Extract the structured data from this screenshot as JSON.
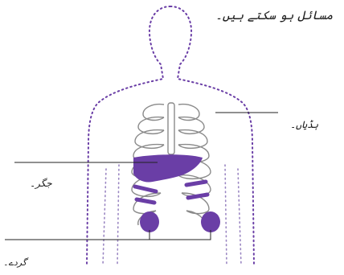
{
  "caption": "مسائل ہو سکتے ہیں۔",
  "labels": {
    "bones": "ہڈیاں۔",
    "liver": "جگر۔",
    "kidneys": "گردے۔"
  },
  "colors": {
    "organ": "#6a3ea6",
    "dots": "#6a3ea6",
    "ribs": "#8a8a8a",
    "lines": "#222222"
  }
}
